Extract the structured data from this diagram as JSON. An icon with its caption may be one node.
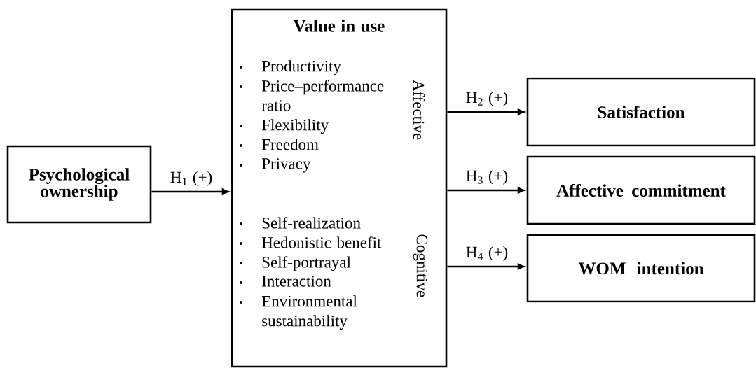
{
  "diagram": {
    "nodes": [
      {
        "text": [
          "Psychological ownership"
        ]
      },
      {
        "text": [
          "Value in use",
          "Productivity",
          "Price–performance ratio",
          "Flexibility",
          "Freedom",
          "Privacy",
          "Self-realization",
          "Hedonistic benefit",
          "Self-portrayal",
          "Interaction",
          "Environmental sustainability",
          "Affective",
          "Cognitive"
        ]
      },
      {
        "text": [
          "Satisfaction"
        ]
      },
      {
        "text": [
          "Affective commitment"
        ]
      },
      {
        "text": [
          "WOM intention"
        ]
      }
    ],
    "edges": [
      {
        "from": 0,
        "to": 1,
        "arrow": "to",
        "label": "H$_{1}$ (+)"
      },
      {
        "from": 1,
        "to": 2,
        "arrow": "to",
        "label": "H$_{2}$ (+)"
      },
      {
        "from": 1,
        "to": 3,
        "arrow": "to",
        "label": "H$_{3}$ (+)"
      },
      {
        "from": 1,
        "to": 4,
        "arrow": "to",
        "label": "H$_{4}$ (+)"
      }
    ]
  }
}
